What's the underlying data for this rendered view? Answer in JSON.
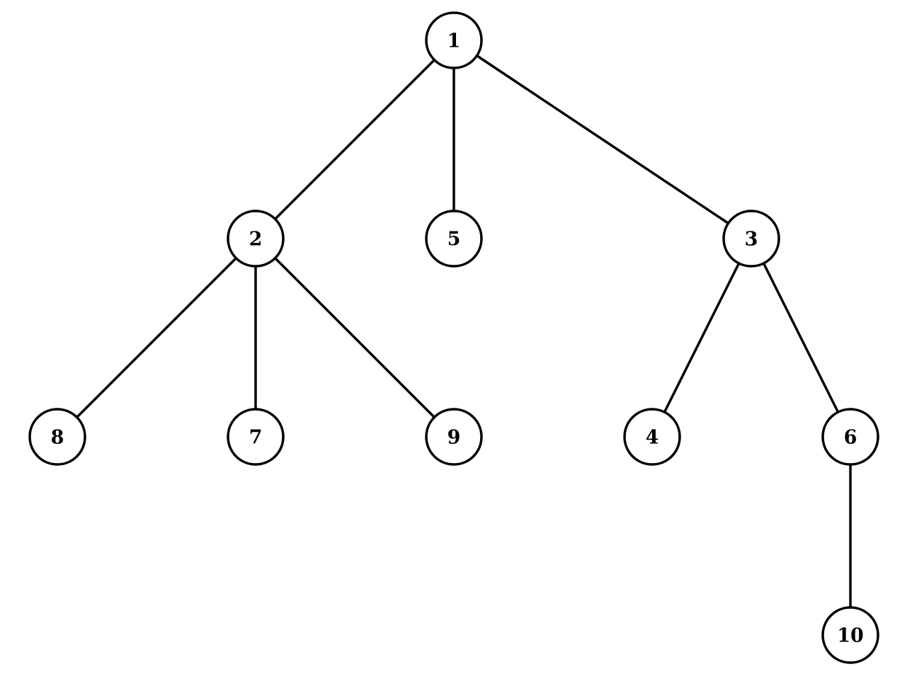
{
  "tree": {
    "nodes": [
      {
        "id": "1",
        "label": "1"
      },
      {
        "id": "2",
        "label": "2"
      },
      {
        "id": "5",
        "label": "5"
      },
      {
        "id": "3",
        "label": "3"
      },
      {
        "id": "8",
        "label": "8"
      },
      {
        "id": "7",
        "label": "7"
      },
      {
        "id": "9",
        "label": "9"
      },
      {
        "id": "4",
        "label": "4"
      },
      {
        "id": "6",
        "label": "6"
      },
      {
        "id": "10",
        "label": "10"
      }
    ],
    "edges": [
      {
        "from": "1",
        "to": "2"
      },
      {
        "from": "1",
        "to": "5"
      },
      {
        "from": "1",
        "to": "3"
      },
      {
        "from": "2",
        "to": "8"
      },
      {
        "from": "2",
        "to": "7"
      },
      {
        "from": "2",
        "to": "9"
      },
      {
        "from": "3",
        "to": "4"
      },
      {
        "from": "3",
        "to": "6"
      },
      {
        "from": "6",
        "to": "10"
      }
    ],
    "colors": {
      "stroke": "#000000",
      "fill": "#ffffff"
    }
  }
}
